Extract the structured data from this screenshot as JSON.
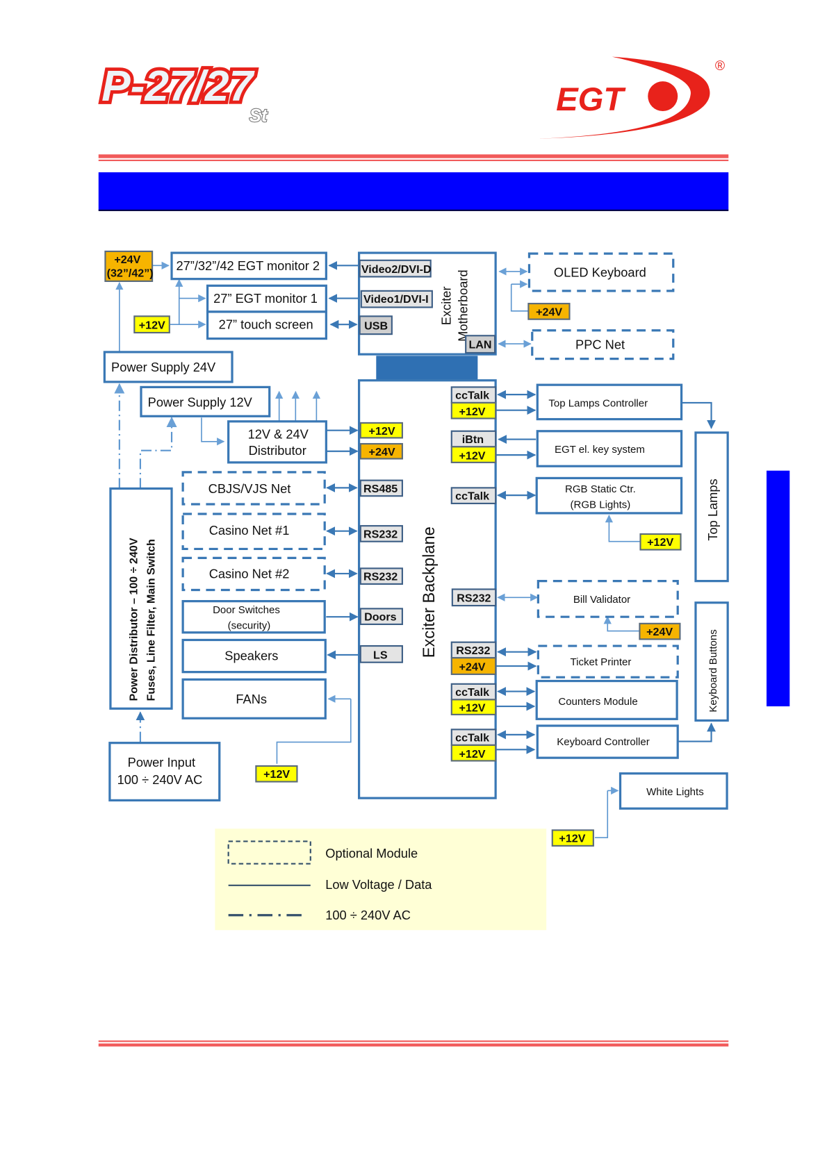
{
  "header": {
    "logo_left": {
      "main": "P-27/27",
      "sub": "St"
    },
    "logo_right": {
      "text": "EGT",
      "mark": "®"
    },
    "brand_colors": {
      "red": "#e8221b",
      "rule": "#f15a5a",
      "band": "#0000ff"
    }
  },
  "diagram": {
    "motherboard": {
      "title_line1": "Exciter",
      "title_line2": "Motherboard",
      "ports": {
        "video2": "Video2/DVI-D",
        "video1": "Video1/DVI-I",
        "usb": "USB",
        "lan": "LAN"
      }
    },
    "backplane": {
      "title": "Exciter Backplane",
      "left_ports": {
        "v12": "+12V",
        "v24": "+24V",
        "rs485": "RS485",
        "rs232a": "RS232",
        "rs232b": "RS232",
        "doors": "Doors",
        "ls": "LS"
      },
      "right_ports": {
        "cctalk1": "ccTalk",
        "v12_1": "+12V",
        "ibtn": "iBtn",
        "v12_2": "+12V",
        "cctalk2": "ccTalk",
        "rs232_bill": "RS232",
        "rs232_tp": "RS232",
        "v24_tp": "+24V",
        "cctalk3": "ccTalk",
        "v12_3": "+12V",
        "cctalk4": "ccTalk",
        "v12_4": "+12V"
      }
    },
    "left_modules": {
      "v24_monitor": {
        "line1": "+24V",
        "line2": "(32”/42”)"
      },
      "monitor2": "27”/32”/42 EGT monitor 2",
      "monitor1": "27” EGT monitor 1",
      "touch": "27” touch screen",
      "v12_monitor": "+12V",
      "ps24": "Power Supply 24V",
      "ps12": "Power Supply 12V",
      "distributor": {
        "line1": "12V & 24V",
        "line2": "Distributor"
      },
      "cbjs": "CBJS/VJS Net",
      "casino1": "Casino Net #1",
      "casino2": "Casino Net #2",
      "doors": {
        "line1": "Door Switches",
        "line2": "(security)"
      },
      "speakers": "Speakers",
      "fans": "FANs",
      "v12_fans": "+12V",
      "power_dist": {
        "line1": "Power Distributor – 100 ÷ 240V",
        "line2": "Fuses, Line Filter, Main Switch"
      },
      "power_input": {
        "line1": "Power Input",
        "line2": "100 ÷ 240V AC"
      }
    },
    "right_modules": {
      "oled": "OLED Keyboard",
      "v24_oled": "+24V",
      "ppc": "PPC Net",
      "top_lamps_ctrl": "Top Lamps Controller",
      "key_system": "EGT el. key system",
      "rgb": {
        "line1": "RGB Static Ctr.",
        "line2": "(RGB Lights)"
      },
      "v12_rgb": "+12V",
      "top_lamps": "Top Lamps",
      "bill": "Bill Validator",
      "v24_bill": "+24V",
      "ticket": "Ticket Printer",
      "counters": "Counters Module",
      "kbd_ctrl": "Keyboard Controller",
      "kbd_buttons": "Keyboard Buttons",
      "white_lights": "White Lights",
      "v12_white": "+12V"
    },
    "legend": {
      "optional": "Optional Module",
      "low_voltage": "Low Voltage / Data",
      "ac": "100 ÷ 240V AC"
    }
  }
}
